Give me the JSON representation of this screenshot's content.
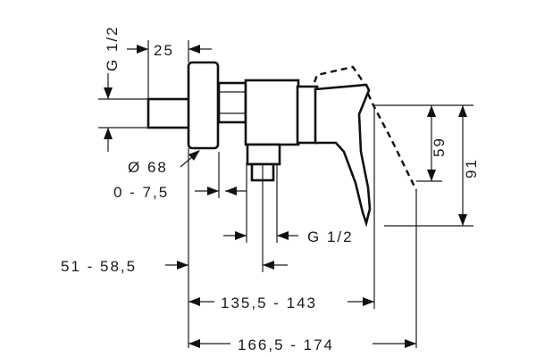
{
  "dimensions": {
    "thread_inlet": "G 1/2",
    "inlet_length": "25",
    "rosette_diameter": "Ø 68",
    "wall_adjust": "0 - 7,5",
    "thread_outlet": "G 1/2",
    "handle_height": "59",
    "total_height": "91",
    "outlet_offset": "51 - 58,5",
    "body_projection": "135,5 - 143",
    "total_projection": "166,5 - 174"
  }
}
